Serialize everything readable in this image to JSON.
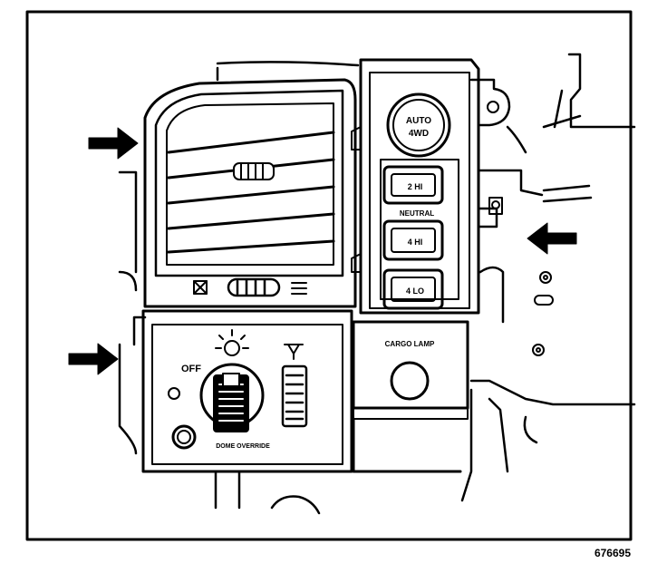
{
  "figure_id": "676695",
  "switches": {
    "auto_4wd_label_line1": "AUTO",
    "auto_4wd_label_line2": "4WD",
    "two_hi_label": "2 HI",
    "neutral_label": "NEUTRAL",
    "four_hi_label": "4 HI",
    "four_lo_label": "4 LO"
  },
  "headlamp_panel": {
    "off_label": "OFF",
    "dome_override_label": "DOME OVERRIDE"
  },
  "cargo_lamp": {
    "label": "CARGO LAMP"
  }
}
